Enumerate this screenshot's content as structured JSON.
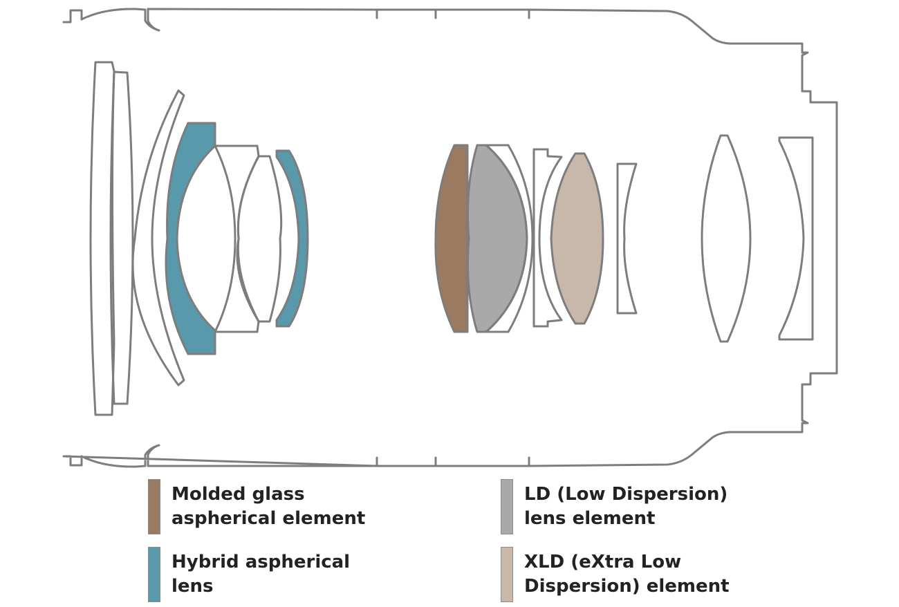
{
  "diagram": {
    "outline_color": "#7d7d7d"
  },
  "legend": {
    "molded_glass": {
      "line1": "Molded glass",
      "line2": "aspherical element",
      "color": "#9a7b62"
    },
    "hybrid": {
      "line1": "Hybrid aspherical",
      "line2": "lens",
      "color": "#5899ab"
    },
    "ld": {
      "line1": "LD (Low Dispersion)",
      "line2": "lens element",
      "color": "#a9a9a9"
    },
    "xld": {
      "line1": "XLD (eXtra Low",
      "line2": "Dispersion) element",
      "color": "#c7b8a9"
    }
  }
}
